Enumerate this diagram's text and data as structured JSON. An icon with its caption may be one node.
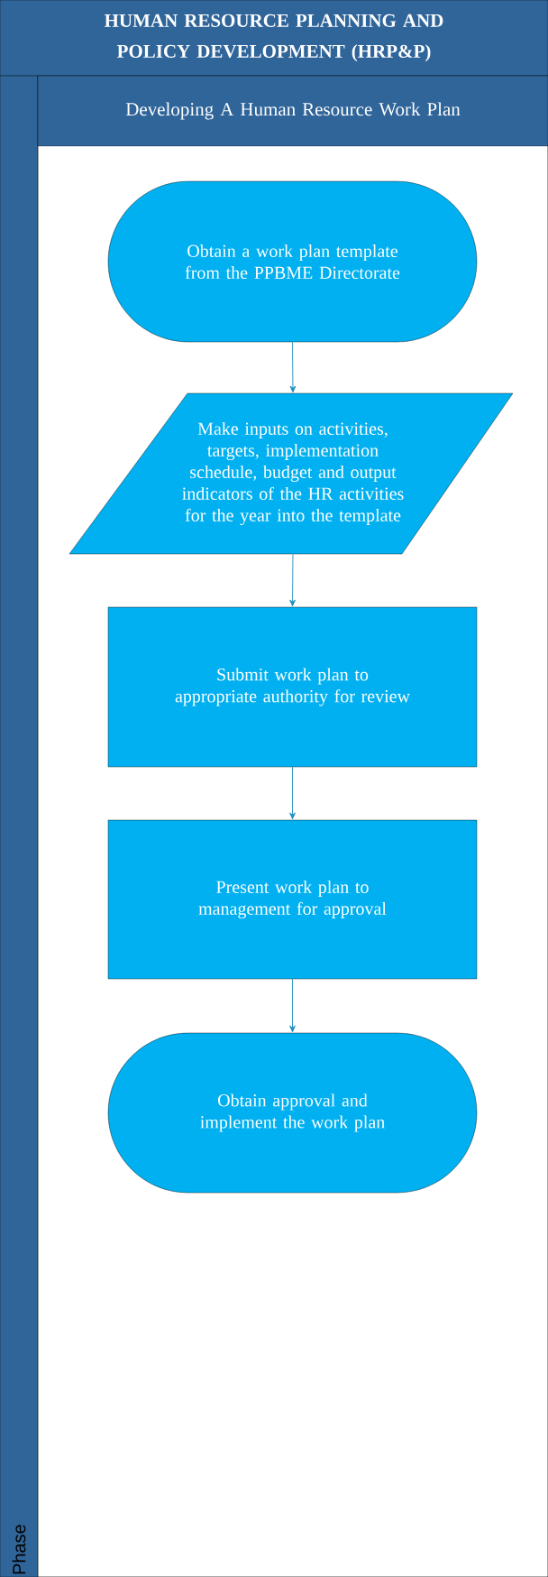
{
  "diagram": {
    "nodes": [
      {
        "text": [
          "HUMAN RESOURCE PLANNING AND POLICY DEVELOPMENT (HRP&P)"
        ]
      },
      {
        "text": [
          "Phase"
        ],
        "in": 0
      },
      {
        "text": [
          "Developing A Human Resource Work Plan"
        ],
        "in": 0
      },
      {
        "text": [
          "Obtain a work plan template from the PPBME Directorate"
        ],
        "in": 2
      },
      {
        "text": [
          "Make inputs on activities, targets, implementation schedule, budget and output indicators of the HR activities for the year into the template"
        ],
        "in": 2
      },
      {
        "text": [
          "Submit work plan to appropriate authority for review"
        ],
        "in": 2
      },
      {
        "text": [
          "Present work plan to management for approval"
        ],
        "in": 2
      },
      {
        "text": [
          "Obtain approval and implement the work plan"
        ],
        "in": 2
      }
    ],
    "edges": [
      {
        "from": 3,
        "to": 4,
        "arrow": "to"
      },
      {
        "from": 4,
        "to": 5,
        "arrow": "to"
      },
      {
        "from": 5,
        "to": 6,
        "arrow": "to"
      },
      {
        "from": 6,
        "to": 7,
        "arrow": "to"
      }
    ]
  }
}
